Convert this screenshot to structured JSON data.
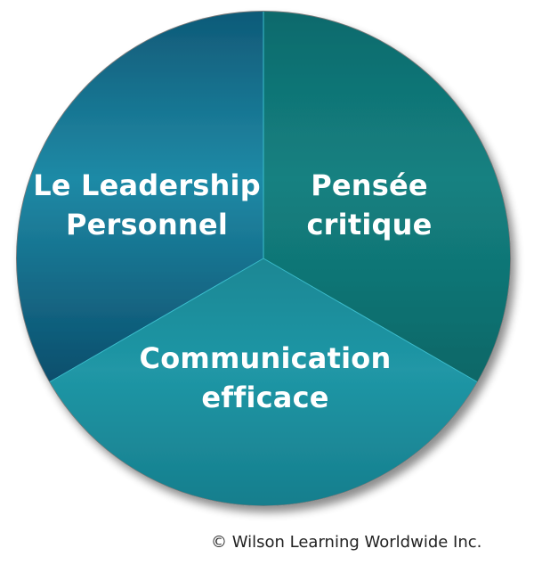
{
  "diagram": {
    "type": "segmented-circle",
    "segments": [
      {
        "id": "leadership",
        "lines": [
          "Le Leadership",
          "Personnel"
        ],
        "color_top": "#0f5a78",
        "color_mid": "#1f8aa6",
        "color_bottom": "#0d5575"
      },
      {
        "id": "pensee",
        "lines": [
          "Pensée",
          "critique"
        ],
        "color_top": "#0f6a6c",
        "color_mid": "#12807f",
        "color_bottom": "#0e6767"
      },
      {
        "id": "communication",
        "lines": [
          "Communication",
          "efficace"
        ],
        "color_top": "#1b8c99",
        "color_mid": "#2097a6",
        "color_bottom": "#178190"
      }
    ],
    "divider_color": "#3bbccc",
    "border_color": "#7a7a7a"
  },
  "footer": {
    "copyright": "© Wilson Learning Worldwide Inc."
  }
}
